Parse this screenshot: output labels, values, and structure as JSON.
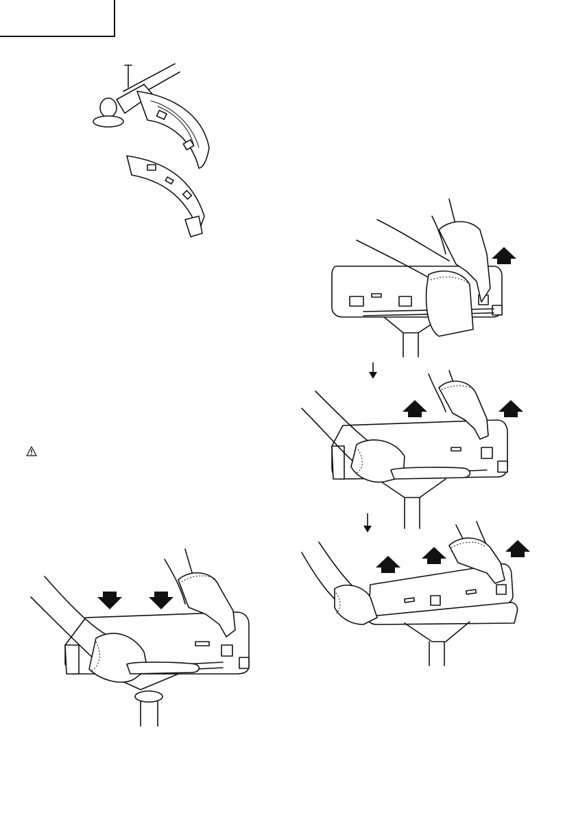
{
  "page": {
    "header_tab": {
      "text": ""
    },
    "warning_symbol": {
      "icon": "warning-triangle-icon"
    }
  },
  "figures": [
    {
      "id": "fig-guard-exploded",
      "icon": "trimmer-guard-exploded-illustration"
    },
    {
      "id": "fig-press-cover-on",
      "icon": "gloved-hands-pressing-cover-illustration",
      "arrows": "down"
    },
    {
      "id": "fig-remove-step-1",
      "icon": "gloved-hands-lifting-cover-step-1-illustration",
      "arrows": "up"
    },
    {
      "id": "fig-remove-step-2",
      "icon": "gloved-hands-lifting-cover-step-2-illustration",
      "arrows": "up"
    },
    {
      "id": "fig-remove-step-3",
      "icon": "gloved-hands-lifting-cover-step-3-illustration",
      "arrows": "up"
    }
  ],
  "step_arrows": {
    "icon": "down-arrow-icon",
    "count": 2
  }
}
